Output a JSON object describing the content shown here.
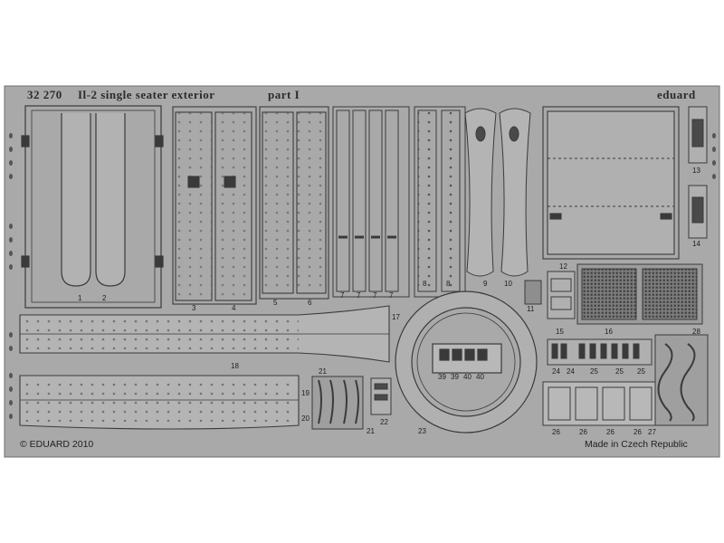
{
  "fret": {
    "code": "32 270",
    "title": "Il-2 single seater exterior",
    "part": "part I",
    "brand": "eduard",
    "copyright": "© EDUARD 2010",
    "origin": "Made in Czech Republic"
  },
  "part_numbers": [
    "1",
    "2",
    "3",
    "4",
    "5",
    "6",
    "7",
    "7",
    "7",
    "7",
    "8",
    "8",
    "9",
    "10",
    "11",
    "12",
    "13",
    "14",
    "15",
    "16",
    "17",
    "18",
    "19",
    "20",
    "21",
    "21",
    "22",
    "23",
    "24",
    "24",
    "25",
    "25",
    "25",
    "26",
    "26",
    "26",
    "26",
    "27",
    "28",
    "39",
    "39",
    "40",
    "40"
  ],
  "colors": {
    "fret_metal": "#a9a9a9",
    "fret_dark": "#8e8e8e",
    "outline": "#3a3a3a",
    "background": "#ffffff"
  }
}
